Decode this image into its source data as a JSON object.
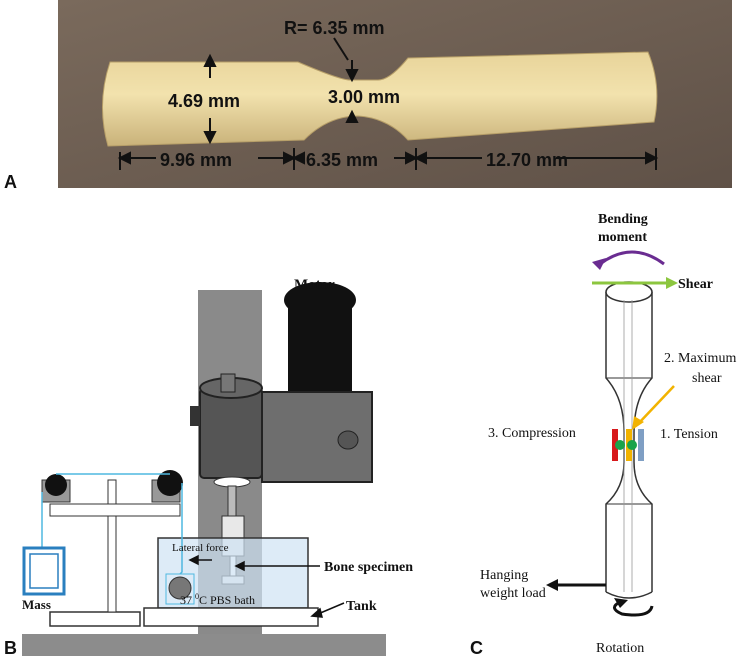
{
  "panel_a": {
    "letter": "A",
    "dimensions": {
      "radius": "R= 6.35 mm",
      "end_diameter": "4.69 mm",
      "neck_diameter": "3.00 mm",
      "left_length": "9.96 mm",
      "neck_length": "6.35 mm",
      "right_length": "12.70 mm"
    }
  },
  "panel_b": {
    "letter": "B",
    "labels": {
      "motor": "Motor",
      "lateral_force": "Lateral force",
      "bone_specimen": "Bone specimen",
      "bath": "37 ⁰C PBS bath",
      "bath_prefix": "37 ",
      "bath_sup": "0",
      "bath_suffix": "C PBS bath",
      "tank": "Tank",
      "mass": "Mass"
    }
  },
  "panel_c": {
    "letter": "C",
    "labels": {
      "bending_moment_line1": "Bending",
      "bending_moment_line2": "moment",
      "shear": "Shear",
      "max_shear_line1": "2. Maximum",
      "max_shear_line2": "shear",
      "compression": "3. Compression",
      "tension": "1. Tension",
      "hanging_line1": "Hanging",
      "hanging_line2": "weight load",
      "rotation": "Rotation"
    },
    "colors": {
      "bending_arrow": "#6a2c91",
      "shear_arrow": "#8cc63f",
      "compression_marker": "#d7191c",
      "tension_marker": "#7f9fc4",
      "shear_marker": "#f2b300",
      "contact_points": "#1aa34a"
    }
  }
}
